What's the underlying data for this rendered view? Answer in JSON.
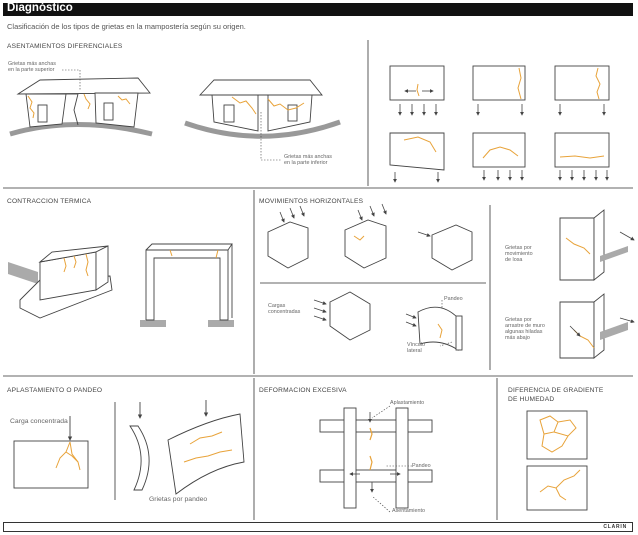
{
  "header": {
    "title": "Diagnóstico"
  },
  "subtitle": "Clasificación de los tipos de grietas en la mampostería según su origen.",
  "sections": {
    "asentamientos": {
      "title": "ASENTAMIENTOS DIFERENCIALES",
      "label_top": [
        "Grietas más anchas",
        "en la parte superior"
      ],
      "label_bottom": [
        "Grietas más anchas",
        "en la parte inferior"
      ]
    },
    "contraccion": {
      "title": "CONTRACCION TERMICA"
    },
    "movimientos": {
      "title": "MOVIMIENTOS HORIZONTALES",
      "label_cargas": [
        "Cargas",
        "concentradas"
      ],
      "label_pandeo": "Pandeo",
      "label_vinculo": [
        "Vínculo",
        "lateral"
      ],
      "label_losa": [
        "Grietas por",
        "movimiento",
        "de losa"
      ],
      "label_arrastre": [
        "Grietas por",
        "arrastre de muro",
        "algunas hiladas",
        "más abajo"
      ]
    },
    "aplastamiento": {
      "title": "APLASTAMIENTO O PANDEO",
      "label_carga": "Carga concentrada",
      "label_pandeo": "Grietas por pandeo"
    },
    "deformacion": {
      "title": "DEFORMACION EXCESIVA",
      "label_aplast": "Aplastamiento",
      "label_pandeo": "Pandeo",
      "label_asent": "Asentamiento"
    },
    "humedad": {
      "title": [
        "DIFERENCIA DE GRADIENTE",
        "DE HUMEDAD"
      ]
    }
  },
  "footer": {
    "brand": "CLARIN"
  },
  "colors": {
    "crack": "#e8a33a",
    "ground": "#a9a9a9",
    "line": "#444444",
    "rule": "#333333"
  }
}
